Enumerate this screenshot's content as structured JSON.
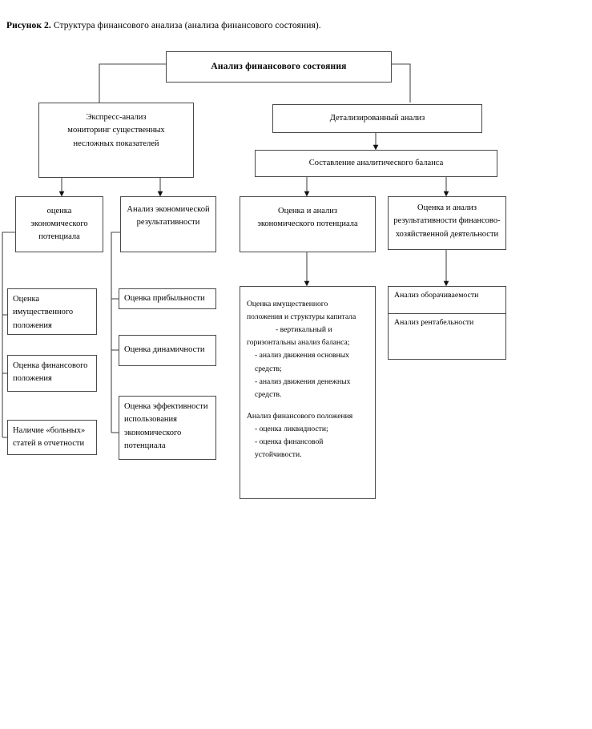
{
  "figure": {
    "label": "Рисунок 2.",
    "caption": "Структура финансового анализа (анализа финансового состояния)."
  },
  "theme": {
    "background": "#ffffff",
    "line_color": "#4a4a4a",
    "text_color": "#000000"
  },
  "chart_data": {
    "type": "diagram",
    "title": "Рисунок 2. Структура финансового анализа (анализа финансового состояния).",
    "orientation": "top-down tree"
  },
  "nodes": {
    "root": {
      "title": "Анализ финансового состояния"
    },
    "express": {
      "line1": "Экспресс-анализ",
      "line2": "мониторинг существенных",
      "line3": "несложных показателей"
    },
    "detailed": {
      "title": "Детализированный анализ"
    },
    "balance": {
      "title": "Составление аналитического баланса"
    },
    "potential": {
      "line1": "оценка",
      "line2": "экономического",
      "line3": "потенциала"
    },
    "effectiveness": {
      "line1": "Анализ экономической",
      "line2": "результативности"
    },
    "eval_potential": {
      "line1": "Оценка и анализ",
      "line2": "экономического потенциала"
    },
    "eval_results": {
      "line1": "Оценка и анализ",
      "line2": "результативности финансово-",
      "line3": "хозяйственной деятельности"
    },
    "property": {
      "line1": "Оценка",
      "line2": "имущественного",
      "line3": "положения"
    },
    "financial_pos": {
      "line1": "Оценка финансового",
      "line2": "положения"
    },
    "sick_items": {
      "line1": "Наличие «больных»",
      "line2": "статей в отчетности"
    },
    "profitability": {
      "line1": "Оценка прибыльности"
    },
    "dynamism": {
      "line1": "Оценка динамичности"
    },
    "efficiency_use": {
      "line1": "Оценка эффективности",
      "line2": "использования",
      "line3": "экономического",
      "line4": "потенциала"
    },
    "detail_block": {
      "l1": "Оценка имущественного",
      "l2": "положения и структуры капитала",
      "l3": "- вертикальный и",
      "l4": "горизонтальны анализ баланса;",
      "l5": "- анализ движения основных",
      "l6": "средств;",
      "l7": "- анализ движения денежных",
      "l8": "средств.",
      "l9": "Анализ финансового положения",
      "l10": "- оценка ликвидности;",
      "l11": "- оценка  финансовой",
      "l12": "устойчивости."
    },
    "turnover_stack": {
      "cell1": "Анализ оборачиваемости",
      "cell2": "Анализ рентабельности"
    }
  }
}
